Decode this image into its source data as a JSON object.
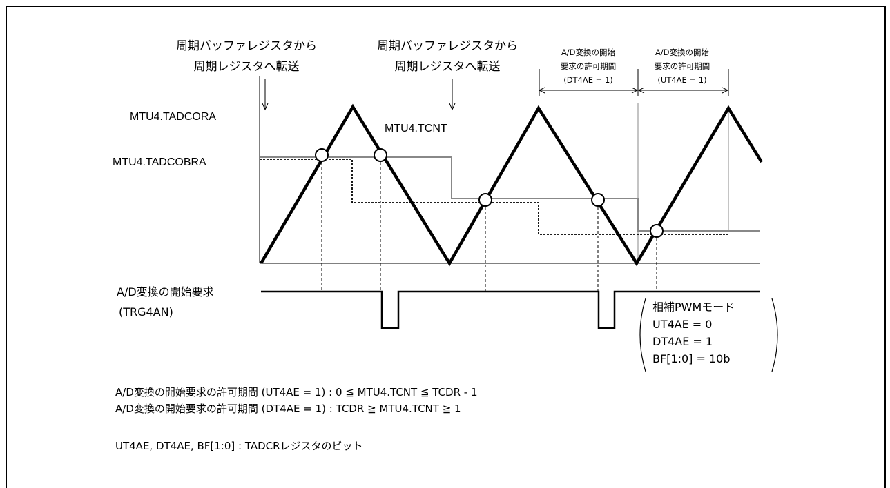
{
  "annotations": {
    "transfer_1": {
      "line1": "周期バッファレジスタから",
      "line2": "周期レジスタへ転送"
    },
    "transfer_2": {
      "line1": "周期バッファレジスタから",
      "line2": "周期レジスタへ転送"
    },
    "window_dt4ae": {
      "line1": "A/D変換の開始",
      "line2": "要求の許可期間",
      "line3": "(DT4AE = 1)"
    },
    "window_ut4ae": {
      "line1": "A/D変換の開始",
      "line2": "要求の許可期間",
      "line3": "(UT4AE = 1)"
    }
  },
  "labels": {
    "tadcora": "MTU4.TADCORA",
    "tadcobra": "MTU4.TADCOBRA",
    "tcnt": "MTU4.TCNT",
    "trigger_line1": "A/D変換の開始要求",
    "trigger_line2": "(TRG4AN)"
  },
  "settings": {
    "title": "相補PWMモード",
    "items": [
      "UT4AE = 0",
      "DT4AE = 1",
      "BF[1:0] = 10b"
    ]
  },
  "notes": [
    "A/D変換の開始要求の許可期間 (UT4AE = 1) : 0 ≦ MTU4.TCNT ≦ TCDR - 1",
    "A/D変換の開始要求の許可期間 (DT4AE = 1) : TCDR ≧ MTU4.TCNT ≧ 1",
    "UT4AE, DT4AE, BF[1:0] : TADCRレジスタのビット"
  ]
}
